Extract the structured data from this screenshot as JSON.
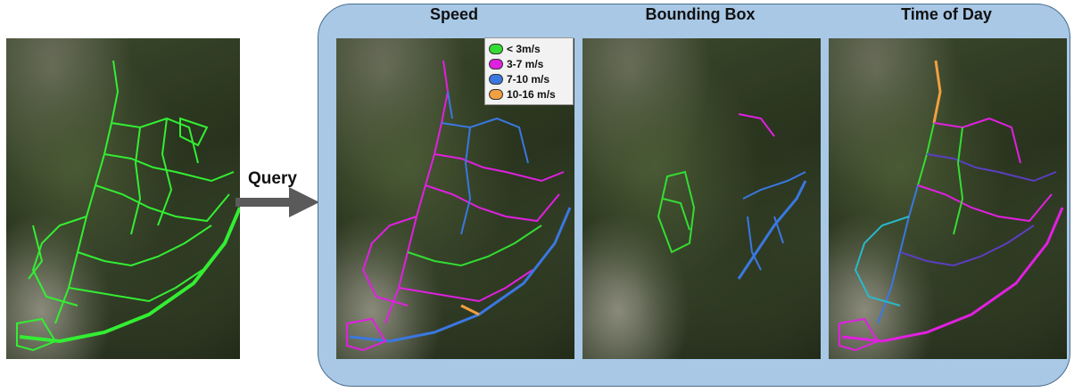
{
  "query_label": "Query",
  "panels": [
    {
      "title": "Speed"
    },
    {
      "title": "Bounding Box"
    },
    {
      "title": "Time of Day"
    }
  ],
  "legend": [
    {
      "label": "< 3m/s",
      "color": "#33dd33"
    },
    {
      "label": "3-7 m/s",
      "color": "#e020e0"
    },
    {
      "label": "7-10 m/s",
      "color": "#3a78e0"
    },
    {
      "label": "10-16 m/s",
      "color": "#f0a040"
    }
  ],
  "colors": {
    "panel_background": "#a8c8e6",
    "trail_green": "#33ee33",
    "trail_magenta": "#e020e0",
    "trail_blue": "#3a78e0",
    "trail_orange": "#f0a040"
  }
}
